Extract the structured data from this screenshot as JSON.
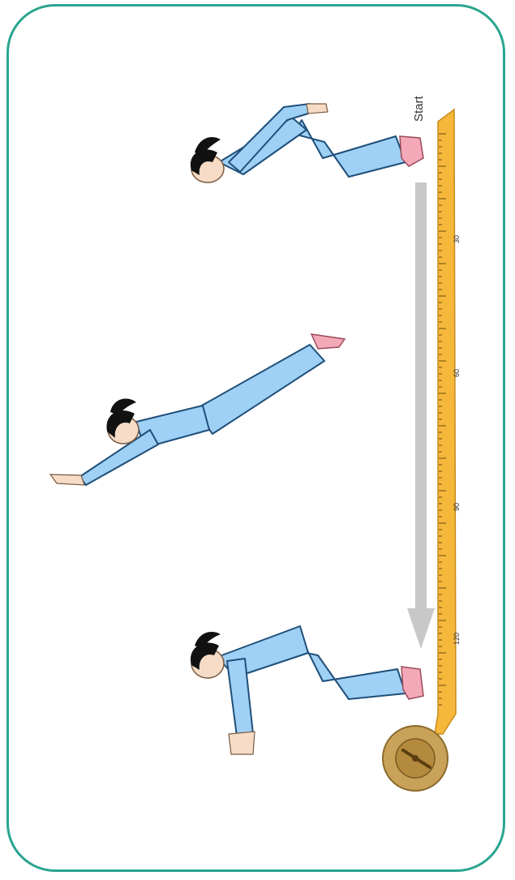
{
  "start_label": "Start",
  "tape_marks": [
    "30",
    "60",
    "90",
    "120"
  ],
  "colors": {
    "frame": "#2aa58e",
    "suit": "#9fd0f5",
    "suit_outline": "#1f4f7a",
    "hair": "#111111",
    "skin": "#f6dcc6",
    "shoe": "#f3a9b8",
    "tape": "#f5b83a",
    "tape_reel": "#c9a25a",
    "arrow": "#c8c8c8"
  }
}
